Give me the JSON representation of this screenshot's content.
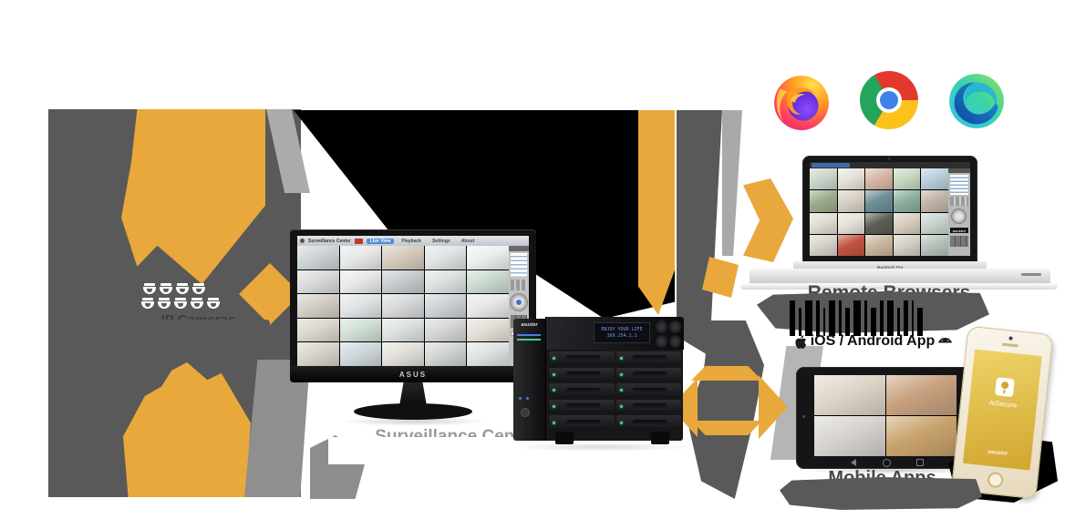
{
  "labels": {
    "ip_cameras": "IP Cameras",
    "surveillance_center": "Surveillance Center",
    "remote_browsers": "Remote Browsers",
    "platforms": "iOS / Android App",
    "mobile_apps": "Mobile Apps"
  },
  "monitor_app": {
    "title": "Surveillance Center",
    "tabs": [
      "Live View",
      "Playback",
      "Settings",
      "About"
    ],
    "brand": "ASUS",
    "grid_colors": [
      "#ccd4d8",
      "#e6e9e8",
      "#d6cabb",
      "#dfe4e5",
      "#eef0ef",
      "#d8dbda",
      "#e8eae9",
      "#c6cbce",
      "#dde1e0",
      "#cbdad0",
      "#d3cec6",
      "#e1e4e6",
      "#d7d9da",
      "#ced2d5",
      "#e7e9e9",
      "#dcd7cf",
      "#d0dfd6",
      "#dee1e2",
      "#d4d6d7",
      "#e4dfd7",
      "#d9d4cb",
      "#cfd8dc",
      "#e2e0d9",
      "#d1d5d2",
      "#dfe3e2"
    ]
  },
  "nas": {
    "brand": "asustor",
    "lcd_line1": "ENJOY YOUR LIFE",
    "lcd_line2": "169.254.1.1"
  },
  "laptop": {
    "brand": "MacBook Pro",
    "sidebar_brand": "asustor",
    "grid_colors": [
      "#ccd6cc",
      "#e7e3da",
      "#d8b7a4",
      "#c7d8c0",
      "#b9cfdb",
      "#9cab8d",
      "#d8d1c3",
      "#6d8e98",
      "#8dafa0",
      "#c0b5a7",
      "#e2dcd3",
      "#e6e1d9",
      "#5c5f56",
      "#d8cec1",
      "#cad5ce",
      "#d7d3cb",
      "#c25440",
      "#cab79f",
      "#d4cfc7",
      "#b6c3bb"
    ]
  },
  "tablet": {
    "grid_colors": [
      "#ddd5c7",
      "#c8a17f",
      "#d7d4cf",
      "#c9a36d"
    ]
  },
  "phone": {
    "app_name": "AiSecure",
    "brand": "asustor"
  },
  "browsers": [
    {
      "name": "Firefox"
    },
    {
      "name": "Chrome"
    },
    {
      "name": "Edge"
    }
  ],
  "camera_icons": {
    "row1": 4,
    "row2": 5
  },
  "colors": {
    "accent_yellow": "#E9A83B",
    "dark_gray": "#595959",
    "light_gray": "#ABABAB",
    "black": "#000000",
    "phone_gold": "#E3BE4C",
    "lcd_text_blue": "#8096E0",
    "live_view_tab_blue": "#4F8FD6",
    "led_green": "#41D98C"
  }
}
